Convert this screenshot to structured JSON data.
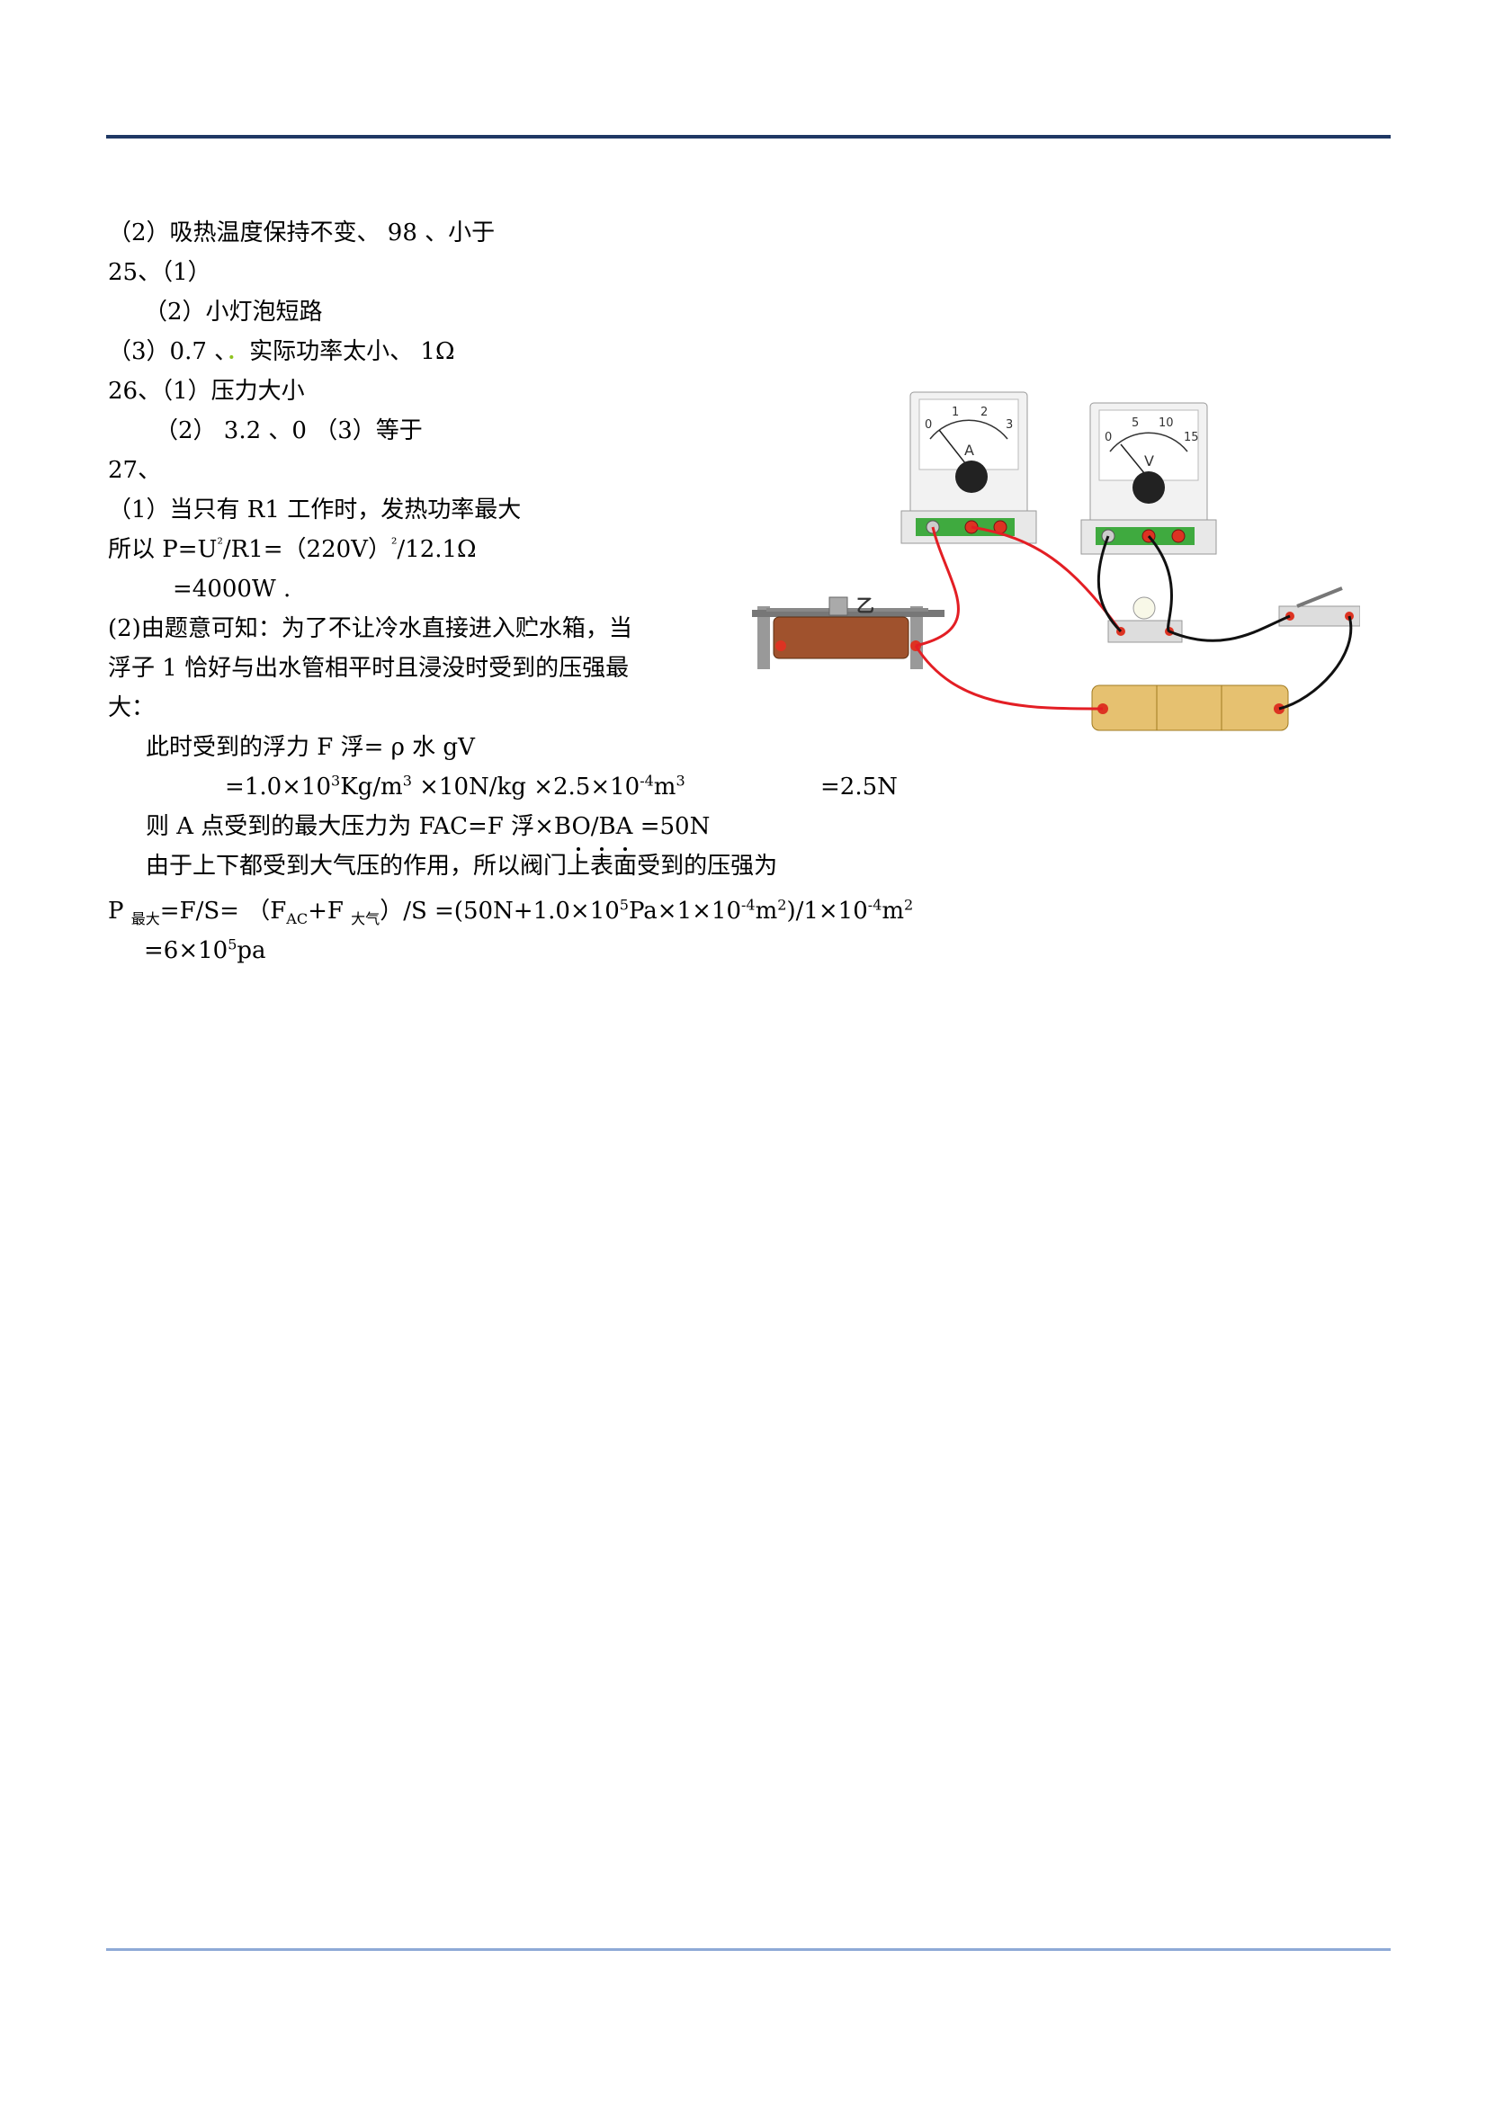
{
  "header": {},
  "lines": {
    "l1": "（2）吸热温度保持不变、  98  、小于",
    "l2": "25、（1）",
    "l3": "（2）小灯泡短路",
    "l4a": "（3）0.7  、",
    "l4dot": "．",
    "l4b": "实际功率太小、   1Ω",
    "l5": "26、（1）压力大小",
    "l6": "（2） 3.2      、0 （3）等于",
    "l7": "27、",
    "l8": "（1）当只有 R1 工作时，发热功率最大",
    "l9a": "所以 P=U",
    "l9b": "²",
    "l9c": "/R1=（220V）",
    "l9d": "²",
    "l9e": "/12.1Ω",
    "l10": "=4000W .",
    "l11": "(2)由题意可知：为了不让冷水直接进入贮水箱，当",
    "l12": "浮子 1 恰好与出水管相平时且浸没时受到的压强最",
    "l13": "大：",
    "l14": "此时受到的浮力 F 浮= ρ 水 gV",
    "l15a": "=1.0×10",
    "l15b": "3",
    "l15c": "Kg/m",
    "l15d": "3",
    "l15e": "   ×10N/kg    ×2.5×10",
    "l15f": "-4",
    "l15g": "m",
    "l15h": "3",
    "l15i": "=2.5N",
    "l16": "则 A 点受到的最大压力为 FAC=F 浮×BO/BA =50N",
    "l17a": "由于上下都受到大气压的作用，所以阀门",
    "l17b1": "上",
    "l17b2": "表",
    "l17b3": "面",
    "l17c": "受到的压强为",
    "l18a": "P ",
    "l18b": "最大",
    "l18c": "=F/S=  （F",
    "l18d": "AC",
    "l18e": "+F ",
    "l18f": "大气",
    "l18g": "）/S    =(50N+1.0×10",
    "l18h": "5",
    "l18i": "Pa×1×10",
    "l18j": "-4",
    "l18k": "m",
    "l18l": "2",
    "l18m": ")/1×10",
    "l18n": "-4",
    "l18o": "m",
    "l18p": "2",
    "l19a": "=6×10",
    "l19b": "5",
    "l19c": "pa"
  },
  "figure": {
    "rheostat_label": "乙",
    "ammeter_symbol": "A",
    "voltmeter_symbol": "V",
    "ammeter_scale": [
      "0",
      "1",
      "2",
      "3"
    ],
    "voltmeter_scale": [
      "0",
      "5",
      "10",
      "15"
    ],
    "wire_colors": {
      "red": "#e31e24",
      "black": "#111111"
    }
  }
}
